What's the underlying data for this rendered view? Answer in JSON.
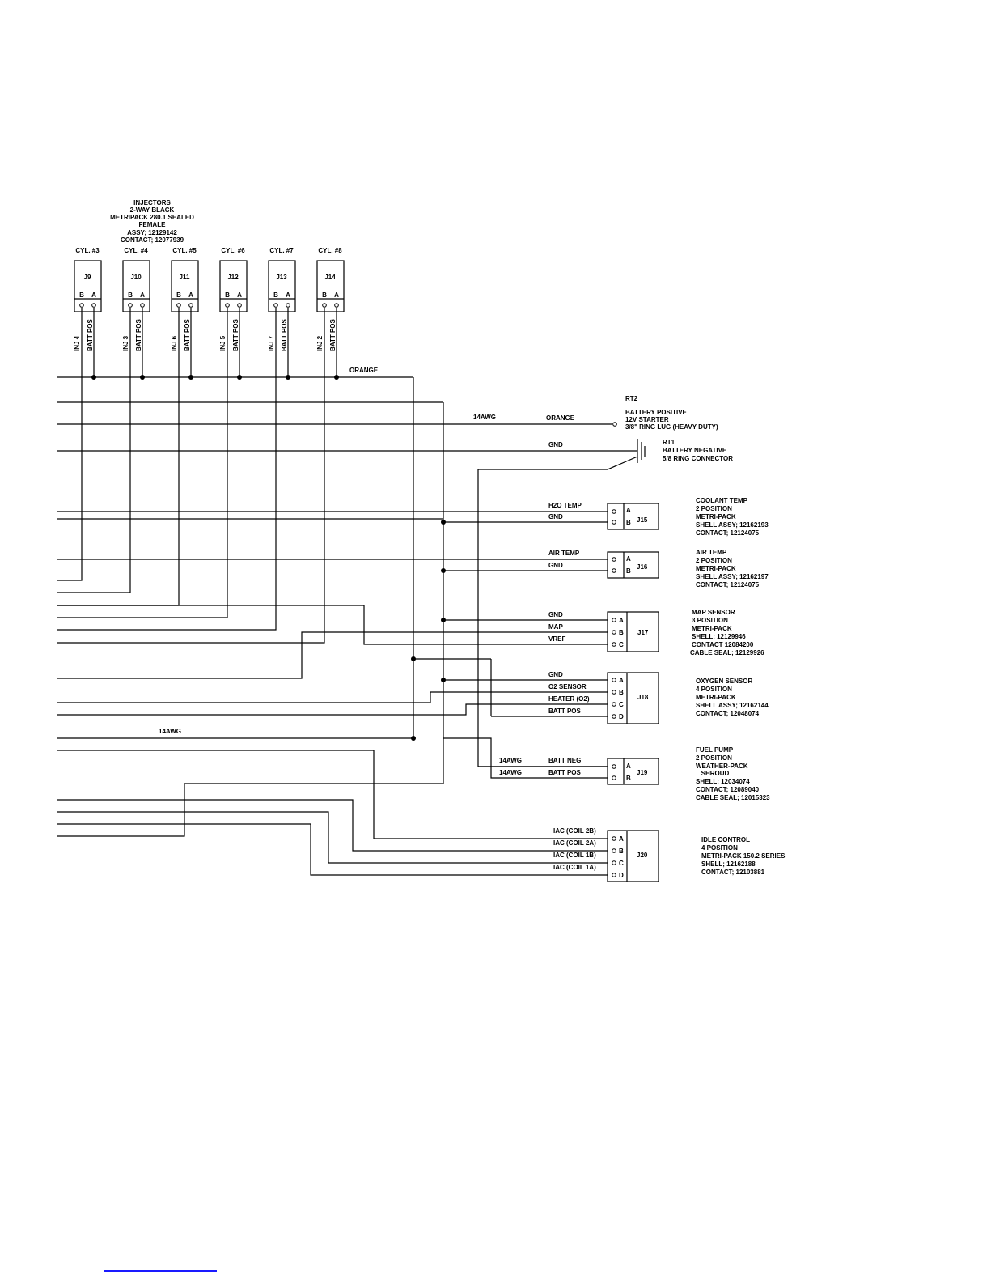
{
  "injectors": {
    "title_lines": [
      "INJECTORS",
      "2-WAY BLACK",
      "METRIPACK 280.1 SEALED",
      "FEMALE",
      "ASSY; 12129142",
      "CONTACT; 12077939"
    ],
    "pin_b": "B",
    "pin_a": "A",
    "items": [
      {
        "cyl": "CYL. #3",
        "id": "J9",
        "b_label": "INJ 4",
        "a_label": "BATT POS"
      },
      {
        "cyl": "CYL. #4",
        "id": "J10",
        "b_label": "INJ 3",
        "a_label": "BATT POS"
      },
      {
        "cyl": "CYL. #5",
        "id": "J11",
        "b_label": "INJ 6",
        "a_label": "BATT POS"
      },
      {
        "cyl": "CYL. #6",
        "id": "J12",
        "b_label": "INJ 5",
        "a_label": "BATT POS"
      },
      {
        "cyl": "CYL. #7",
        "id": "J13",
        "b_label": "INJ 7",
        "a_label": "BATT POS"
      },
      {
        "cyl": "CYL. #8",
        "id": "J14",
        "b_label": "INJ 2",
        "a_label": "BATT POS"
      }
    ]
  },
  "wire_labels": {
    "orange_top": "ORANGE",
    "awg_rt2": "14AWG",
    "orange_rt2": "ORANGE",
    "gnd_rt1": "GND",
    "awg_left": "14AWG"
  },
  "terminals": {
    "rt2": {
      "id": "RT2",
      "lines": [
        "BATTERY POSITIVE",
        "12V STARTER",
        "3/8\" RING LUG (HEAVY DUTY)"
      ]
    },
    "rt1": {
      "id": "RT1",
      "lines": [
        "BATTERY NEGATIVE",
        "5/8 RING CONNECTOR"
      ]
    }
  },
  "connectors": [
    {
      "id": "J15",
      "wires": [
        "H2O TEMP",
        "GND"
      ],
      "pins": [
        "A",
        "B"
      ],
      "awg": [
        "",
        ""
      ],
      "desc": [
        "COOLANT TEMP",
        "2 POSITION",
        "METRI-PACK",
        "SHELL ASSY; 12162193",
        "CONTACT; 12124075"
      ]
    },
    {
      "id": "J16",
      "wires": [
        "AIR TEMP",
        "GND"
      ],
      "pins": [
        "A",
        "B"
      ],
      "awg": [
        "",
        ""
      ],
      "desc": [
        "AIR TEMP",
        "2 POSITION",
        "METRI-PACK",
        "SHELL ASSY; 12162197",
        "CONTACT; 12124075"
      ]
    },
    {
      "id": "J17",
      "wires": [
        "GND",
        "MAP",
        "VREF"
      ],
      "pins": [
        "A",
        "B",
        "C"
      ],
      "awg": [
        "",
        "",
        ""
      ],
      "desc": [
        "MAP SENSOR",
        "3 POSITION",
        "METRI-PACK",
        "SHELL; 12129946",
        "CONTACT 12084200",
        "CABLE SEAL;  12129926"
      ]
    },
    {
      "id": "J18",
      "wires": [
        "GND",
        "O2 SENSOR",
        "HEATER (O2)",
        "BATT POS"
      ],
      "pins": [
        "A",
        "B",
        "C",
        "D"
      ],
      "awg": [
        "",
        "",
        "",
        ""
      ],
      "desc": [
        "OXYGEN SENSOR",
        "4 POSITION",
        "METRI-PACK",
        "SHELL ASSY; 12162144",
        "CONTACT; 12048074"
      ]
    },
    {
      "id": "J19",
      "wires": [
        "BATT NEG",
        "BATT POS"
      ],
      "pins": [
        "A",
        "B"
      ],
      "awg": [
        "14AWG",
        "14AWG"
      ],
      "desc": [
        "FUEL PUMP",
        "2 POSITION",
        "WEATHER-PACK",
        "   SHROUD",
        "SHELL; 12034074",
        "CONTACT; 12089040",
        "CABLE SEAL;  12015323"
      ]
    },
    {
      "id": "J20",
      "wires": [
        "IAC (COIL 2B)",
        "IAC (COIL 2A)",
        "IAC (COIL 1B)",
        "IAC (COIL 1A)"
      ],
      "pins": [
        "A",
        "B",
        "C",
        "D"
      ],
      "awg": [
        "",
        "",
        "",
        ""
      ],
      "desc": [
        "IDLE CONTROL",
        "4 POSITION",
        "METRI-PACK 150.2 SERIES",
        "SHELL; 12162188",
        "CONTACT; 12103881"
      ]
    }
  ]
}
